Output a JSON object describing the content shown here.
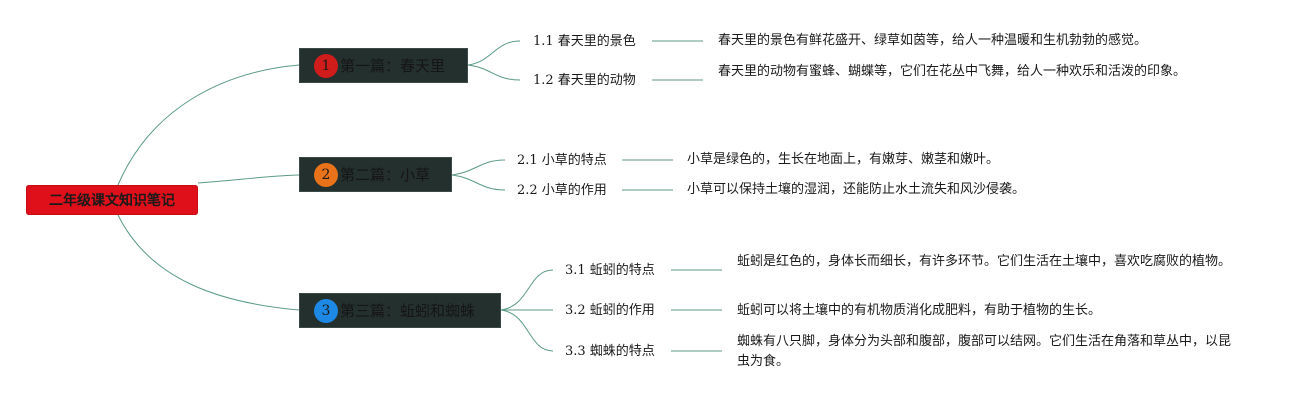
{
  "root": {
    "label": "二年级课文知识笔记"
  },
  "chapters": [
    {
      "number": "1",
      "title": "第一篇：春天里",
      "badge_color": "#d11c1c",
      "topics": [
        {
          "label": "1.1 春天里的景色",
          "desc": "春天里的景色有鲜花盛开、绿草如茵等，给人一种温暖和生机勃勃的感觉。"
        },
        {
          "label": "1.2 春天里的动物",
          "desc": "春天里的动物有蜜蜂、蝴蝶等，它们在花丛中飞舞，给人一种欢乐和活泼的印象。"
        }
      ]
    },
    {
      "number": "2",
      "title": "第二篇：小草",
      "badge_color": "#e8731a",
      "topics": [
        {
          "label": "2.1 小草的特点",
          "desc": "小草是绿色的，生长在地面上，有嫩芽、嫩茎和嫩叶。"
        },
        {
          "label": "2.2 小草的作用",
          "desc": "小草可以保持土壤的湿润，还能防止水土流失和风沙侵袭。"
        }
      ]
    },
    {
      "number": "3",
      "title": "第三篇：蚯蚓和蜘蛛",
      "badge_color": "#1e88e5",
      "topics": [
        {
          "label": "3.1 蚯蚓的特点",
          "desc": "蚯蚓是红色的，身体长而细长，有许多环节。它们生活在土壤中，喜欢吃腐败的植物。"
        },
        {
          "label": "3.2 蚯蚓的作用",
          "desc": "蚯蚓可以将土壤中的有机物质消化成肥料，有助于植物的生长。"
        },
        {
          "label": "3.3 蜘蛛的特点",
          "desc": "蜘蛛有八只脚，身体分为头部和腹部，腹部可以结网。它们生活在角落和草丛中，以昆虫为食。"
        }
      ]
    }
  ],
  "colors": {
    "link": "#5c9a86",
    "root": "#e0101a",
    "chapter_bg": "#24302e"
  }
}
